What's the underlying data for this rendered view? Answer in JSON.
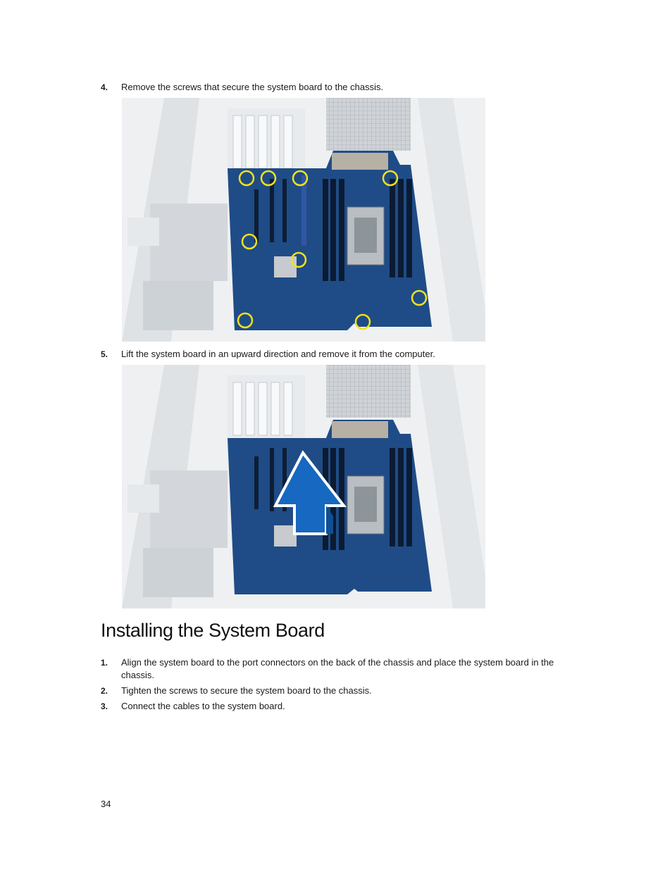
{
  "removal_steps": [
    {
      "number": "4.",
      "text": "Remove the screws that secure the system board to the chassis."
    },
    {
      "number": "5.",
      "text": "Lift the system board in an upward direction and remove it from the computer."
    }
  ],
  "section": {
    "title": "Installing the System Board",
    "steps": [
      {
        "number": "1.",
        "text_line1": "Align the system board to the port connectors on the back of the chassis and place the system board in the",
        "text_line2": "chassis."
      },
      {
        "number": "2.",
        "text": "Tighten the screws to secure the system board to the chassis."
      },
      {
        "number": "3.",
        "text": "Connect the cables to the system board."
      }
    ]
  },
  "page_number": "34",
  "colors": {
    "board": "#1f4c86",
    "screw_highlight": "#f0e21a",
    "arrow": "#1668c0",
    "chassis": "#d9dcdf"
  }
}
